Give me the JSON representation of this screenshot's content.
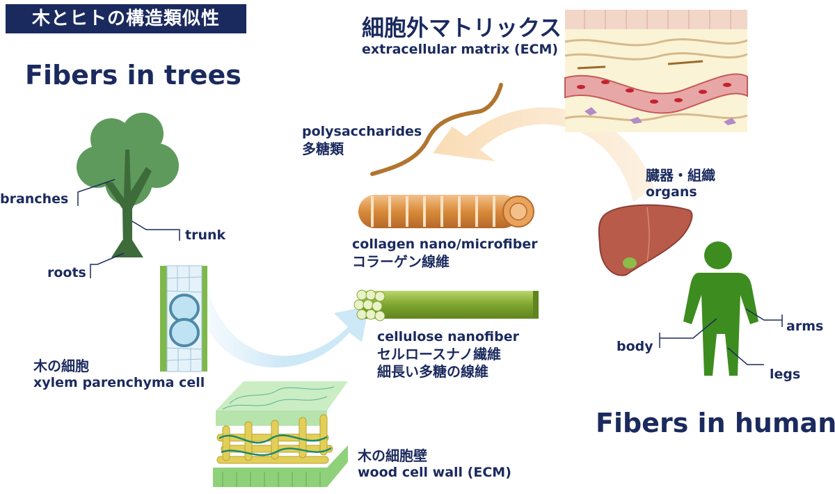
{
  "header": {
    "title": "木とヒトの構造類似性"
  },
  "trees": {
    "heading": "Fibers in trees",
    "labels": {
      "branches": "branches",
      "trunk": "trunk",
      "roots": "roots"
    }
  },
  "human": {
    "heading": "Fibers in human",
    "labels": {
      "arms": "arms",
      "body": "body",
      "legs": "legs"
    },
    "organs_jp": "臓器・組織",
    "organs_en": "organs"
  },
  "ecm": {
    "jp": "細胞外マトリックス",
    "en": "extracellular matrix (ECM)"
  },
  "polysaccharides": {
    "en": "polysaccharides",
    "jp": "多糖類"
  },
  "collagen": {
    "en": "collagen nano/microfiber",
    "jp": "コラーゲン線維"
  },
  "cellulose": {
    "en": "cellulose nanofiber",
    "jp1": "セルロースナノ繊維",
    "jp2": "細長い多糖の線維"
  },
  "xylem": {
    "jp": "木の細胞",
    "en": "xylem parenchyma cell"
  },
  "cellwall": {
    "jp": "木の細胞壁",
    "en": "wood cell wall (ECM)"
  },
  "colors": {
    "navy": "#1b2a5e",
    "tree_green": "#5e9a5c",
    "trunk": "#3d6b3a",
    "human_green": "#3d8c1f",
    "collagen_orange": "#d98a3a",
    "cellulose_green": "#7ea52e",
    "arrow_peach": "#f9dcb5",
    "arrow_blue": "#cde8f7",
    "liver": "#b85b4a"
  }
}
